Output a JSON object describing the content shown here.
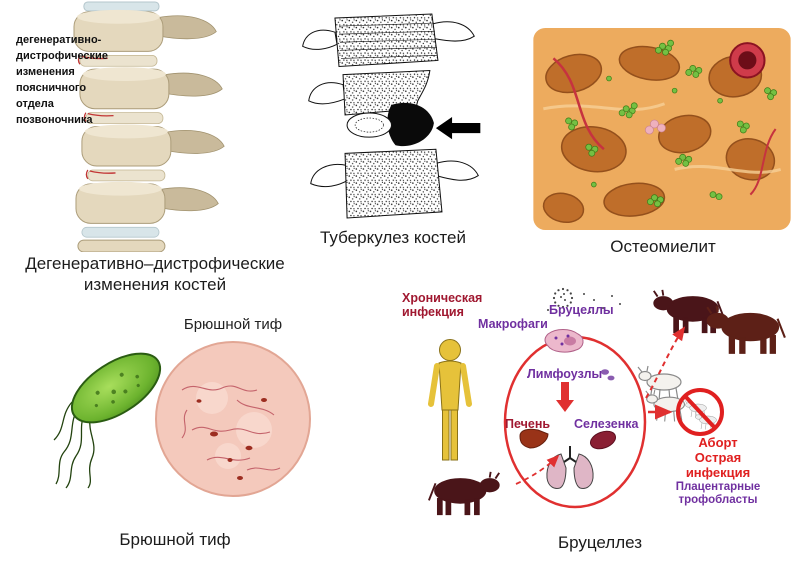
{
  "slide": {
    "background": "#ffffff"
  },
  "degenerative_panel": {
    "overlay_label": "дегенеративно-\nдистрофические\nизменения\nпоясничного\nотдела\nпозвоночника",
    "caption": "Дегенеративно–дистрофические\nизменения костей"
  },
  "tuberculosis_panel": {
    "caption": "Туберкулез костей"
  },
  "osteomyelitis_panel": {
    "caption": "Остеомиелит"
  },
  "typhoid_panel": {
    "image_label": "Брюшной тиф",
    "caption": "Брюшной тиф"
  },
  "brucellosis_panel": {
    "caption": "Бруцеллез",
    "labels": {
      "chronic_infection": "Хроническая\nинфекция",
      "macrophages": "Макрофаги",
      "brucellae": "Бруцеллы",
      "lymph_nodes": "Лимфоузлы",
      "liver": "Печень",
      "spleen": "Селезенка",
      "abortion": "Аборт",
      "acute_infection": "Острая\nинфекция",
      "placental_trophoblasts": "Плацентарные\nтрофобласты"
    },
    "colors": {
      "purple_label": "#7030a0",
      "dark_red_label": "#a01830",
      "red_accent": "#e02020"
    }
  }
}
